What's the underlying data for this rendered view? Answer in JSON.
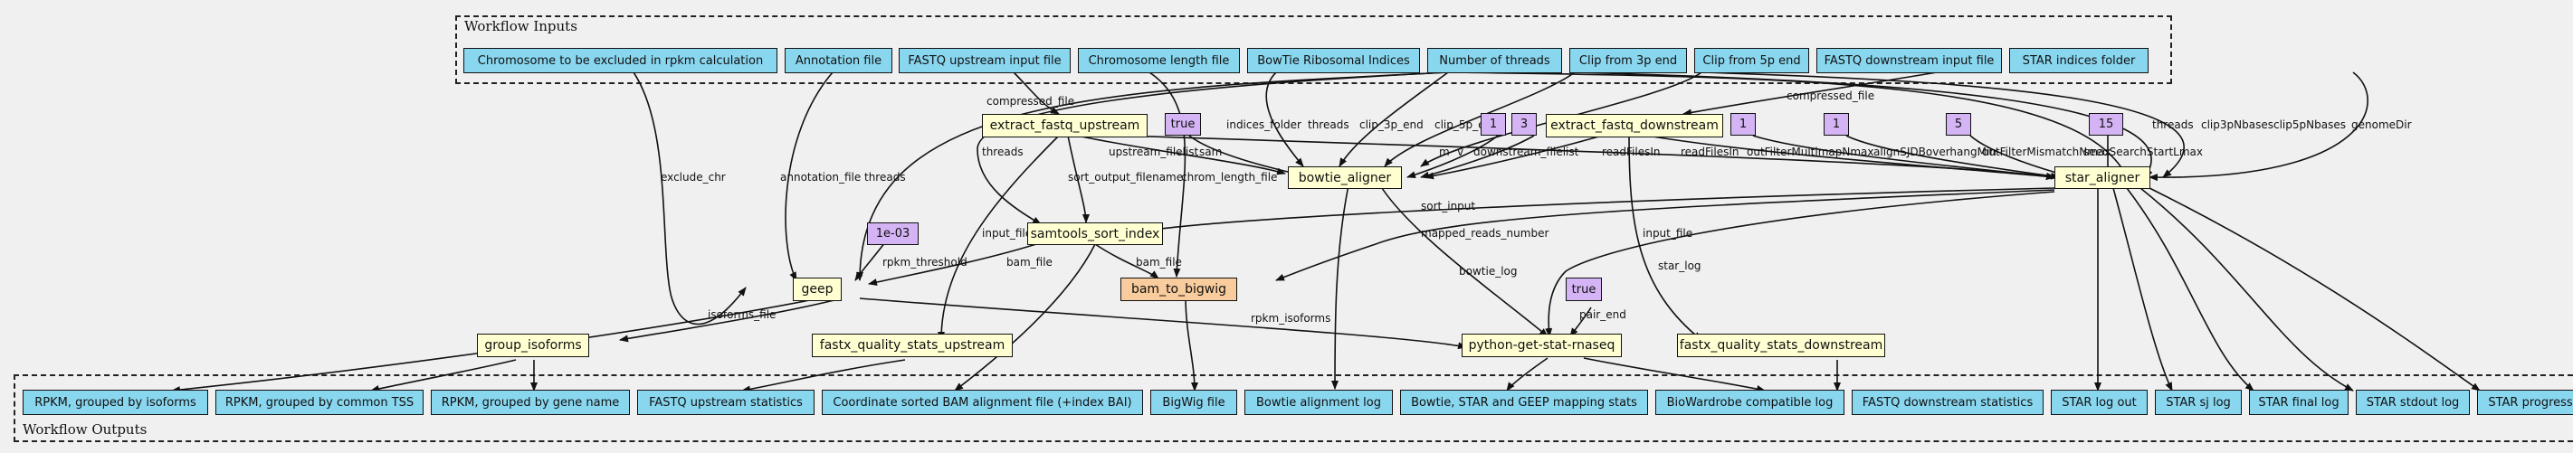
{
  "inputs_title": "Workflow Inputs",
  "outputs_title": "Workflow Outputs",
  "inputs": {
    "exclude_chr": "Chromosome to be excluded in rpkm calculation",
    "annotation": "Annotation file",
    "fastq_up": "FASTQ upstream input file",
    "chrom_length": "Chromosome length file",
    "bowtie_indices": "BowTie Ribosomal Indices",
    "threads": "Number of threads",
    "clip_3p": "Clip from 3p end",
    "clip_5p": "Clip from 5p end",
    "fastq_down": "FASTQ downstream input file",
    "star_indices": "STAR indices folder"
  },
  "steps": {
    "extract_up": "extract_fastq_upstream",
    "extract_down": "extract_fastq_downstream",
    "bowtie": "bowtie_aligner",
    "star": "star_aligner",
    "samtools": "samtools_sort_index",
    "geep": "geep",
    "bam2bw": "bam_to_bigwig",
    "group_iso": "group_isoforms",
    "fqs_up": "fastx_quality_stats_upstream",
    "pystat": "python-get-stat-rnaseq",
    "fqs_down": "fastx_quality_stats_downstream"
  },
  "values": {
    "v_true1": "true",
    "v_1a": "1",
    "v_3": "3",
    "v_1b": "1",
    "v_1c": "1",
    "v_5": "5",
    "v_15": "15",
    "v_1e03": "1e-03",
    "v_true2": "true"
  },
  "outputs": {
    "rpkm_iso": "RPKM, grouped by isoforms",
    "rpkm_tss": "RPKM, grouped by common TSS",
    "rpkm_gene": "RPKM, grouped by gene name",
    "fastq_up_stats": "FASTQ upstream statistics",
    "bam": "Coordinate sorted BAM alignment file (+index BAI)",
    "bigwig": "BigWig file",
    "bowtie_log": "Bowtie alignment log",
    "mapping_stats": "Bowtie, STAR and GEEP mapping stats",
    "biowardrobe": "BioWardrobe compatible log",
    "fastq_down_stats": "FASTQ downstream statistics",
    "star_log_out": "STAR log out",
    "star_sj": "STAR sj log",
    "star_final": "STAR final log",
    "star_stdout": "STAR stdout log",
    "star_progress": "STAR progress log"
  },
  "edge_labels": {
    "exclude_chr": "exclude_chr",
    "annotation_file": "annotation_file",
    "threads_geep": "threads",
    "compressed_file_up": "compressed_file",
    "compressed_file_down": "compressed_file",
    "indices_folder": "indices_folder",
    "threads_bowtie": "threads",
    "clip_3p_end": "clip_3p_end",
    "clip_5p_end": "clip_5p_end",
    "threads_star": "threads",
    "clip3pNbases": "clip3pNbases",
    "clip5pNbases": "clip5pNbases",
    "genomeDir": "genomeDir",
    "threads_samtools": "threads",
    "upstream_filelist": "upstream_filelist",
    "sam": "sam",
    "m": "m",
    "v": "v",
    "downstream_filelist": "downstream_filelist",
    "readFilesIn1": "readFilesIn",
    "readFilesIn2": "readFilesIn",
    "outFilterMultimapNmax": "outFilterMultimapNmax",
    "alignSJDBoverhangMin": "alignSJDBoverhangMin",
    "outFilterMismatchNmax": "outFilterMismatchNmax",
    "seedSearchStartLmax": "seedSearchStartLmax",
    "sort_output_filename": "sort_output_filename",
    "chrom_length_file": "chrom_length_file",
    "sort_input": "sort_input",
    "input_file_up": "input_file",
    "input_file_down": "input_file",
    "mapped_reads_number": "mapped_reads_number",
    "rpkm_threshold": "rpkm_threshold",
    "bam_file_geep": "bam_file",
    "bam_file_bw": "bam_file",
    "bowtie_log": "bowtie_log",
    "star_log": "star_log",
    "pair_end": "pair_end",
    "isoforms_file": "isoforms_file",
    "rpkm_isoforms": "rpkm_isoforms"
  }
}
